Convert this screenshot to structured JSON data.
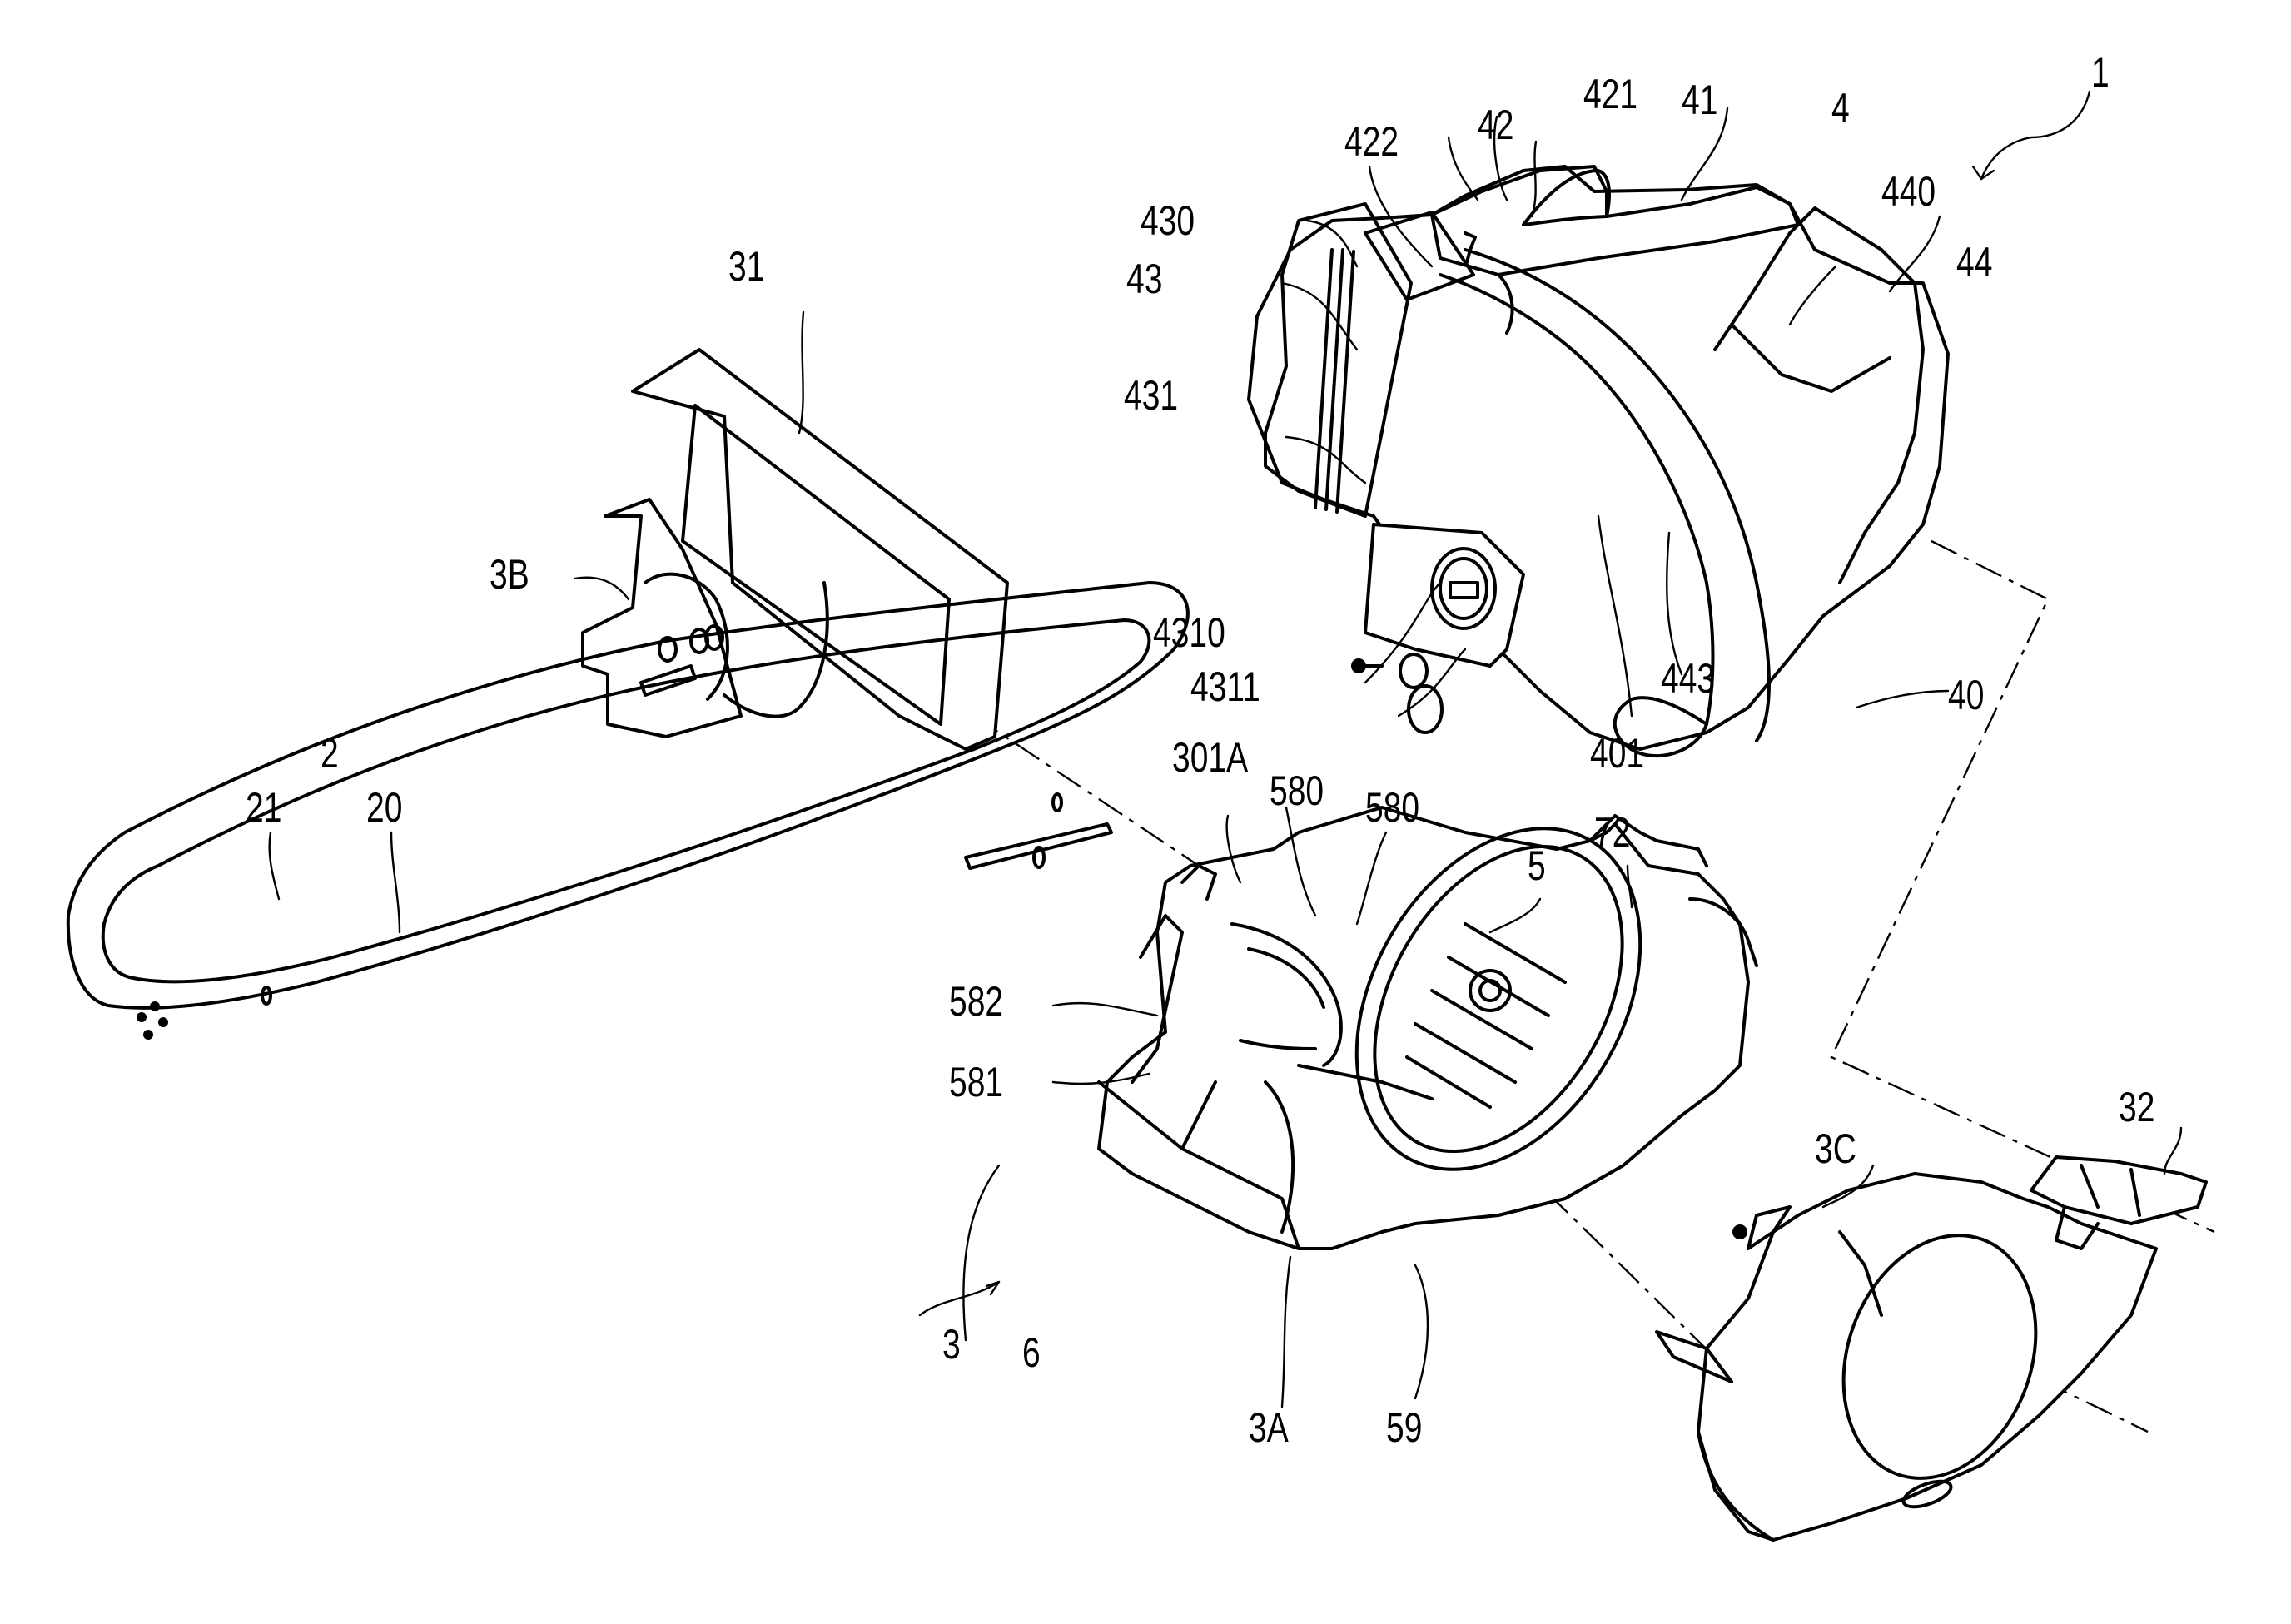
{
  "figure": {
    "title": "Exploded perspective view of chain saw",
    "labels": [
      {
        "id": "1",
        "text": "1"
      },
      {
        "id": "2",
        "text": "2"
      },
      {
        "id": "20",
        "text": "20"
      },
      {
        "id": "21",
        "text": "21"
      },
      {
        "id": "3",
        "text": "3"
      },
      {
        "id": "3A",
        "text": "3A"
      },
      {
        "id": "3B",
        "text": "3B"
      },
      {
        "id": "3C",
        "text": "3C"
      },
      {
        "id": "31",
        "text": "31"
      },
      {
        "id": "32",
        "text": "32"
      },
      {
        "id": "301A",
        "text": "301A"
      },
      {
        "id": "4",
        "text": "4"
      },
      {
        "id": "40",
        "text": "40"
      },
      {
        "id": "401",
        "text": "401"
      },
      {
        "id": "41",
        "text": "41"
      },
      {
        "id": "42",
        "text": "42"
      },
      {
        "id": "421",
        "text": "421"
      },
      {
        "id": "422",
        "text": "422"
      },
      {
        "id": "43",
        "text": "43"
      },
      {
        "id": "430",
        "text": "430"
      },
      {
        "id": "431",
        "text": "431"
      },
      {
        "id": "4310",
        "text": "4310"
      },
      {
        "id": "4311",
        "text": "4311"
      },
      {
        "id": "44",
        "text": "44"
      },
      {
        "id": "440",
        "text": "440"
      },
      {
        "id": "443",
        "text": "443"
      },
      {
        "id": "5",
        "text": "5"
      },
      {
        "id": "580a",
        "text": "580"
      },
      {
        "id": "580b",
        "text": "580"
      },
      {
        "id": "581",
        "text": "581"
      },
      {
        "id": "582",
        "text": "582"
      },
      {
        "id": "59",
        "text": "59"
      },
      {
        "id": "6",
        "text": "6"
      },
      {
        "id": "72",
        "text": "72"
      }
    ],
    "components": [
      {
        "name": "chain-saw-assembly",
        "ref": "1"
      },
      {
        "name": "saw-chain-and-guide-bar",
        "ref": "2"
      },
      {
        "name": "guide-bar",
        "ref": "20"
      },
      {
        "name": "saw-chain",
        "ref": "21"
      },
      {
        "name": "main-body-housing",
        "ref": "3"
      },
      {
        "name": "housing-part-3A",
        "ref": "3A"
      },
      {
        "name": "side-cover-3B",
        "ref": "3B"
      },
      {
        "name": "cover-3C",
        "ref": "3C"
      },
      {
        "name": "frame-31",
        "ref": "31"
      },
      {
        "name": "chain-brake-32",
        "ref": "32"
      },
      {
        "name": "handle-housing",
        "ref": "4"
      },
      {
        "name": "front-handle",
        "ref": "40"
      },
      {
        "name": "engine-unit",
        "ref": "5"
      },
      {
        "name": "fan-59",
        "ref": "59"
      },
      {
        "name": "tank-6",
        "ref": "6"
      },
      {
        "name": "carburetor-72",
        "ref": "72"
      }
    ]
  }
}
